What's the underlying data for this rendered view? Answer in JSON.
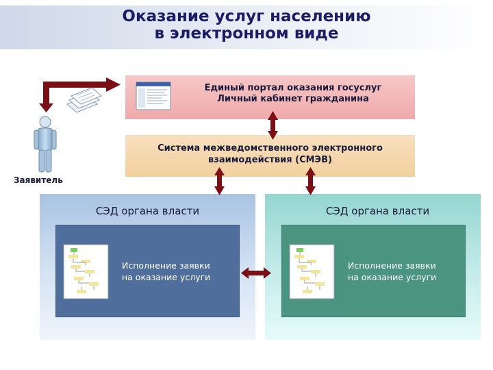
{
  "title": {
    "line1": "Оказание услуг населению",
    "line2": "в электронном виде"
  },
  "portal": {
    "line1": "Единый портал оказания госуслуг",
    "line2": "Личный кабинет гражданина"
  },
  "smev": {
    "line1": "Система межведомственного электронного",
    "line2": "взаимодействия (СМЭВ)"
  },
  "applicant": {
    "label": "Заявитель"
  },
  "sed_left": {
    "title": "СЭД органа власти",
    "task_line1": "Исполнение заявки",
    "task_line2": "на оказание услуги"
  },
  "sed_right": {
    "title": "СЭД органа власти",
    "task_line1": "Исполнение заявки",
    "task_line2": "на оказание услуги"
  },
  "colors": {
    "title": "#1c1c66",
    "arrow": "#7a0f16",
    "portal_box": "#f0aaaa",
    "smev_box": "#f2cf9e",
    "sed_left_inner": "#4f6e9c",
    "sed_right_inner": "#4b9580"
  },
  "icons": [
    "person-icon",
    "documents-icon",
    "web-page-icon",
    "flowchart-icon"
  ]
}
